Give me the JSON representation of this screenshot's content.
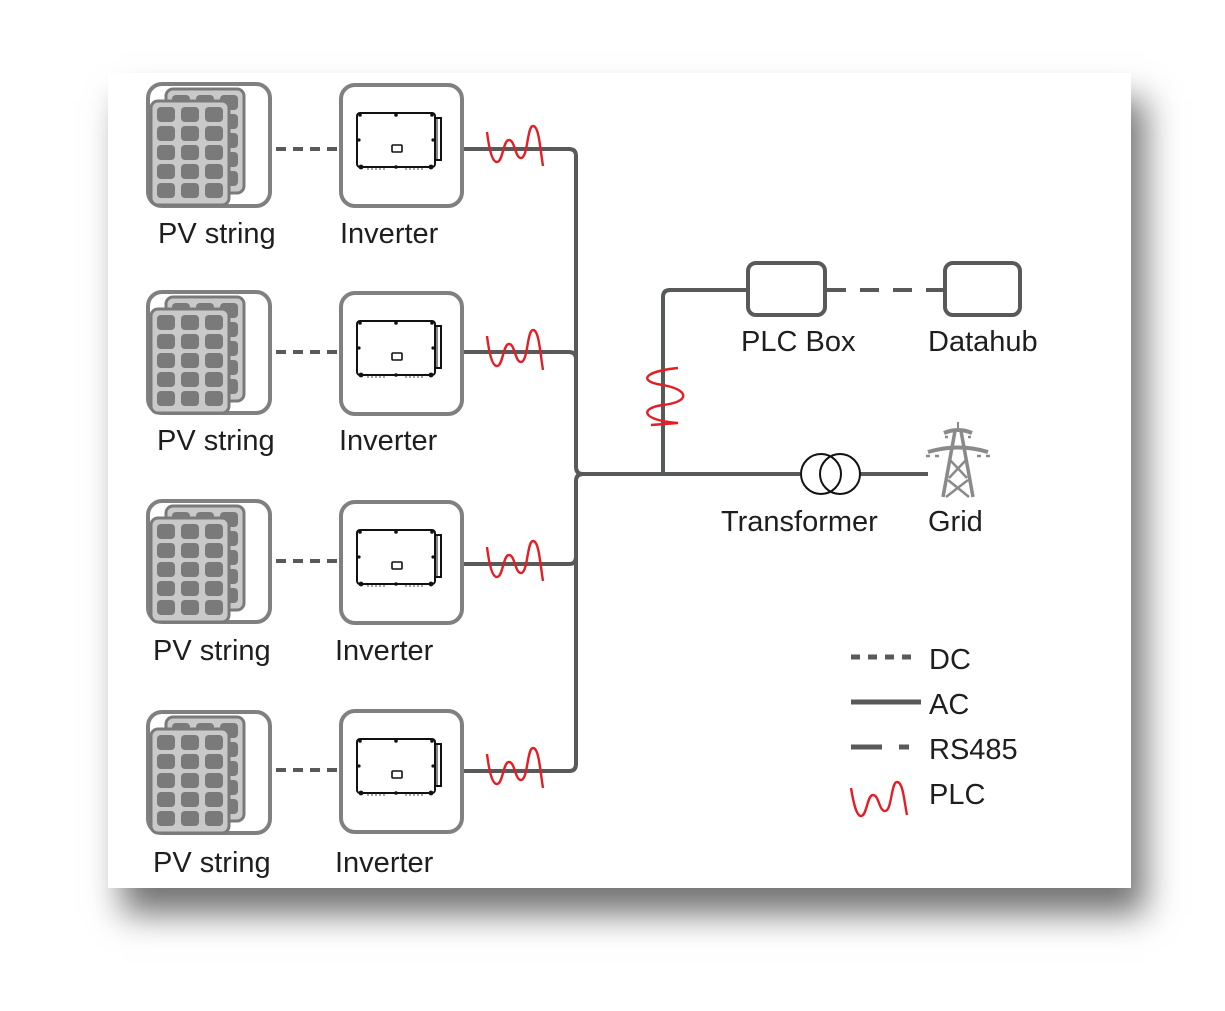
{
  "title": "PV plant PLC communication topology",
  "rows": [
    {
      "pv_label": "PV string",
      "inverter_label": "Inverter"
    },
    {
      "pv_label": "PV string",
      "inverter_label": "Inverter"
    },
    {
      "pv_label": "PV string",
      "inverter_label": "Inverter"
    },
    {
      "pv_label": "PV string",
      "inverter_label": "Inverter"
    }
  ],
  "devices": {
    "plc_box": "PLC Box",
    "datahub": "Datahub",
    "transformer": "Transformer",
    "grid": "Grid"
  },
  "legend": [
    {
      "style": "dc-dotted",
      "label": "DC"
    },
    {
      "style": "ac-solid",
      "label": "AC"
    },
    {
      "style": "rs485-dashed",
      "label": "RS485"
    },
    {
      "style": "plc-wave",
      "label": "PLC"
    }
  ],
  "icons": {
    "pv": "solar-panel-icon",
    "inverter": "inverter-icon",
    "transformer": "transformer-icon",
    "grid": "transmission-tower-icon"
  },
  "colors": {
    "wire": "#58595b",
    "box_border": "#808080",
    "plc_signal": "#e31e24",
    "panel_cell": "#7a7a7a",
    "text": "#1e1e1e"
  }
}
